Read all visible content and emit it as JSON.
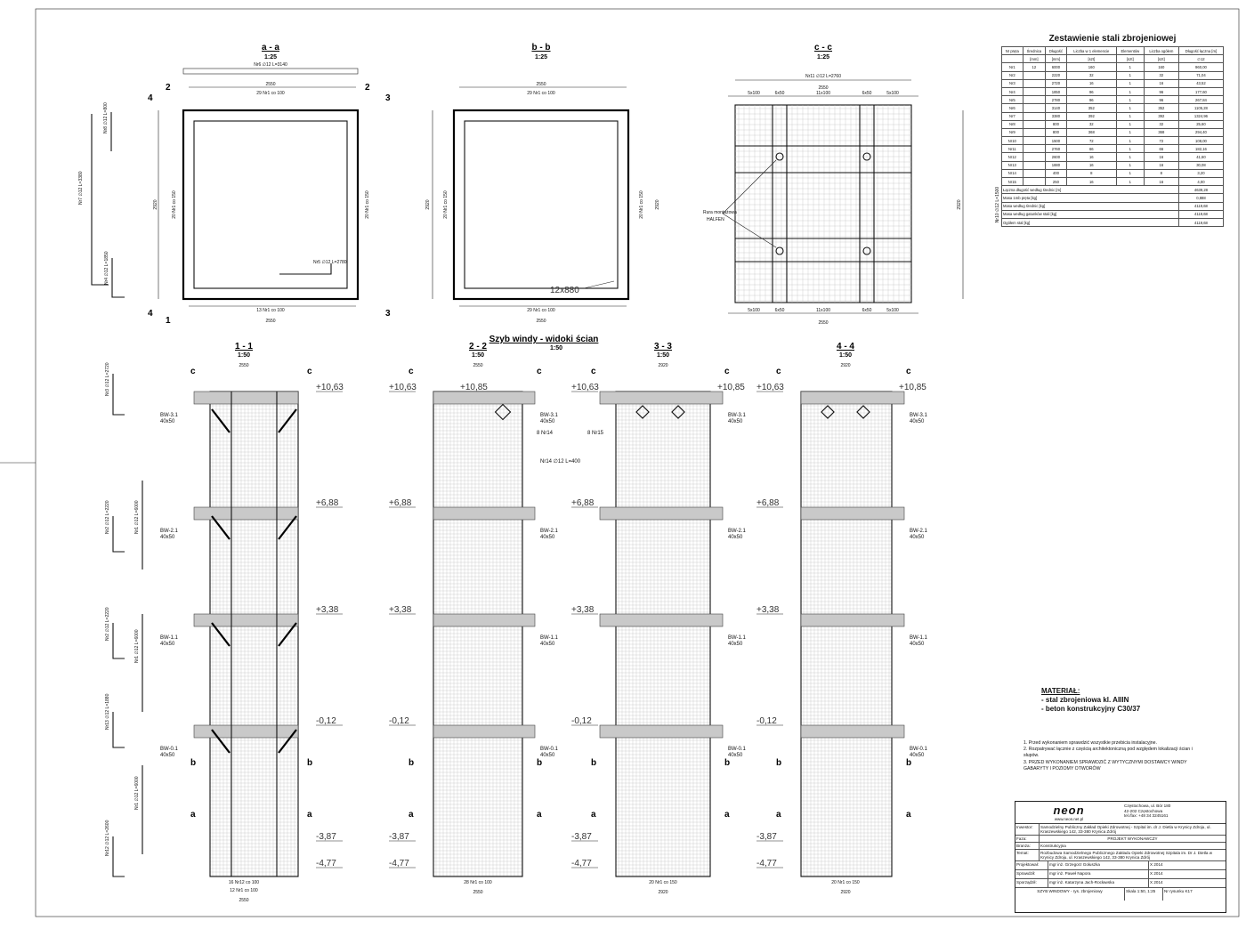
{
  "sections": {
    "aa": {
      "title": "a - a",
      "scale": "1:25",
      "bars_top": "Nr6 ∅12 L=3140",
      "dim_top": "2550",
      "dim_top_bars": "29 Nr1 co 100",
      "dim_bottom_bars": "13 Nr1 co 100",
      "dim_bottom": "2550",
      "height": "2920",
      "side_bars": "20 Nr1 co 150",
      "detail_nr5": "Nr5 ∅12 L=2780",
      "detail_nr7": "Nr7 ∅12 L=3380",
      "detail_nr8": "Nr8 ∅12 L=800",
      "detail_nr4": "Nr4 ∅12 L=1850"
    },
    "bb": {
      "title": "b - b",
      "scale": "1:25",
      "dim_top": "2550",
      "dim_top_bars": "29 Nr1 co 100",
      "dim_bottom_bars": "29 Nr1 co 100",
      "dim_bottom": "2550",
      "height": "2920",
      "side_bars": "20 Nr1 co 150",
      "callout": "12x880"
    },
    "cc": {
      "title": "c - c",
      "scale": "1:25",
      "bars_top": "Nr11 ∅12 L=2760",
      "dim_top": "2550",
      "dim_chain": [
        "5x100",
        "6x50",
        "11x100",
        "6x50",
        "5x100"
      ],
      "dim_bottom": "2550",
      "height": "2920",
      "side_bars": "Nr10 ∅12 L=1500",
      "anchor_label_1": "Rura montażowa",
      "anchor_label_2": "HALFEN"
    }
  },
  "main_title": "Szyb windy - widoki ścian",
  "main_scale": "1:50",
  "views": {
    "v11": {
      "title": "1 - 1",
      "scale": "1:50",
      "width": "2550",
      "bottom_bars": [
        "16 Nr12 co 100",
        "12 Nr1 co 100"
      ]
    },
    "v22": {
      "title": "2 - 2",
      "scale": "1:50",
      "width": "2550",
      "bottom_bars": [
        "28 Nr1 co 100"
      ],
      "nr14": "8 Nr14",
      "nr14_detail": "Nr14 ∅12 L=400"
    },
    "v33": {
      "title": "3 - 3",
      "scale": "1:50",
      "width": "2920",
      "bottom_bars": [
        "20 Nr1 co 150"
      ],
      "nr15": "8 Nr15"
    },
    "v44": {
      "title": "4 - 4",
      "scale": "1:50",
      "width": "2920",
      "bottom_bars": [
        "20 Nr1 co 150"
      ]
    }
  },
  "levels": [
    "+10,63",
    "+6,88",
    "+3,38",
    "-0,12",
    "-3,87",
    "-4,77"
  ],
  "level_top_alt": "+10,85",
  "beams": [
    "BW-3.1",
    "BW-2.1",
    "BW-1.1",
    "BW-0.1"
  ],
  "beam_size": "40x50",
  "steel_table": {
    "title": "Zestawienie stali zbrojeniowej",
    "headers": [
      "Nr pręta",
      "Średnica",
      "Długość",
      "Liczba w 1 elemencie",
      "Elementów",
      "Liczba ogółem",
      "Długość łączna [m]"
    ],
    "units": [
      "",
      "[mm]",
      "[mm]",
      "[szt]",
      "[szt]",
      "[szt]",
      "∅12"
    ],
    "diameter": "12",
    "rows": [
      [
        "Nr1",
        "6000",
        "160",
        "1",
        "160",
        "960,00"
      ],
      [
        "Nr2",
        "2220",
        "32",
        "1",
        "32",
        "71,04"
      ],
      [
        "Nr3",
        "2720",
        "16",
        "1",
        "16",
        "43,52"
      ],
      [
        "Nr4",
        "1850",
        "96",
        "1",
        "96",
        "177,60"
      ],
      [
        "Nr5",
        "2780",
        "96",
        "1",
        "96",
        "267,84"
      ],
      [
        "Nr6",
        "3140",
        "352",
        "1",
        "352",
        "1105,28"
      ],
      [
        "Nr7",
        "3380",
        "392",
        "1",
        "392",
        "1324,96"
      ],
      [
        "Nr8",
        "800",
        "32",
        "1",
        "32",
        "25,60"
      ],
      [
        "Nr9",
        "800",
        "368",
        "1",
        "368",
        "294,40"
      ],
      [
        "Nr10",
        "1500",
        "72",
        "1",
        "72",
        "108,00"
      ],
      [
        "Nr11",
        "2760",
        "66",
        "1",
        "66",
        "182,16"
      ],
      [
        "Nr12",
        "2600",
        "16",
        "1",
        "16",
        "41,60"
      ],
      [
        "Nr13",
        "1880",
        "16",
        "1",
        "16",
        "30,08"
      ],
      [
        "Nr14",
        "400",
        "8",
        "1",
        "8",
        "3,20"
      ],
      [
        "Nr15",
        "250",
        "16",
        "1",
        "16",
        "4,00"
      ]
    ],
    "summary": [
      [
        "Łączna długość według średnic [m]",
        "4639,28"
      ],
      [
        "Masa 1mb pręta [kg]",
        "0,888"
      ],
      [
        "Masa według średnic [kg]",
        "4119,68"
      ],
      [
        "Masa według gatunków stali [kg]",
        "4119,68"
      ],
      [
        "Ogółem stal [kg]",
        "4119,68"
      ]
    ]
  },
  "material": {
    "heading": "MATERIAŁ:",
    "lines": [
      "- stal zbrojeniowa kl. AIIIN",
      "- beton konstrukcyjny C30/37"
    ]
  },
  "notes": [
    "1. Przed wykonaniem sprawdzić wszystkie przebicia instalacyjne.",
    "2. Rozpatrywać łącznie z częścią architektoniczną pod względem lokalizacji ścian i słupów.",
    "3. PRZED WYKONANIEM SPRAWDZIĆ Z WYTYCZNYMI DOSTAWCY WINDY GABARYTY I POZIOMY OTWORÓW"
  ],
  "title_block": {
    "logo": "neon",
    "logo_sub": "www.neon.net.pl",
    "address": [
      "Częstochowa, ul. Bór 180",
      "42-202 Częstochowa",
      "tel./fax: +48 34 3245161"
    ],
    "investor_label": "Inwestor:",
    "investor": "Samodzielny Publiczny Zakład Opieki Zdrowotnej - Szpital im. dr J. Dietla w Krynicy Zdroju, ul. Kraszewskiego 142, 33-380 Krynica Zdrój",
    "phase_label": "Faza:",
    "phase": "PROJEKT WYKONAWCZY",
    "branch_label": "Branża:",
    "branch": "Konstrukcyjna",
    "subject_label": "Temat:",
    "subject": "Rozbudowa Samodzielnego Publicznego Zakładu Opieki Zdrowotnej Szpitala im. Dr J. Dietla w Krynicy Zdroju, ul. Kraszewskiego 142, 33-380 Krynica Zdrój",
    "people": [
      [
        "Projektował:",
        "mgr inż. Grzegorz Gołuszka",
        "X 2014"
      ],
      [
        "Sprawdził:",
        "mgr inż. Paweł Napora",
        "X 2014"
      ],
      [
        "Sporządził:",
        "mgr inż. Katarzyna Jach-Rocławska",
        "X 2014"
      ]
    ],
    "drawing_title": "SZYB WINDOWY - rys. zbrojeniowy",
    "scale": "Skala 1:50, 1:25",
    "drawing_no": "Nr rysunku K17"
  }
}
